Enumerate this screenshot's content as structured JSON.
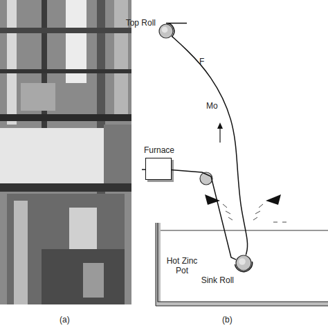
{
  "diagram": {
    "nodes": [
      {
        "text": [
          "Top Roll"
        ]
      },
      {
        "text": [
          "Furnace"
        ]
      },
      {
        "text": [
          "Hot Zinc Pot"
        ]
      },
      {
        "text": [
          "Sink Roll"
        ],
        "in": 2
      }
    ],
    "edges": [
      {
        "from": 1,
        "to": 3,
        "arrow": "none"
      },
      {
        "from": 3,
        "to": 0,
        "arrow": "none"
      }
    ],
    "labels": [
      "F",
      "Mo",
      "(a)",
      "(b)"
    ]
  }
}
